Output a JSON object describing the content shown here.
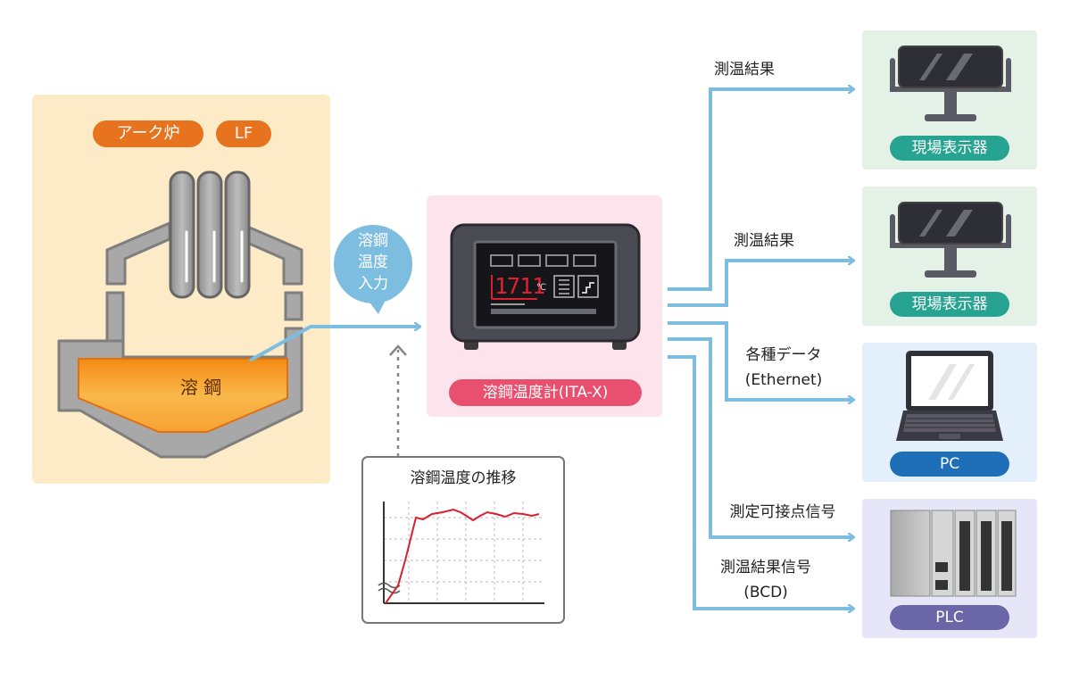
{
  "furnace": {
    "tags": [
      "アーク炉",
      "LF"
    ],
    "molten_steel": "溶 鋼"
  },
  "bubble": {
    "lines": [
      "溶鋼",
      "温度",
      "入力"
    ]
  },
  "device": {
    "display_value": "1711",
    "display_unit": "℃",
    "label": "溶鋼温度計(ITA-X)"
  },
  "trend": {
    "title": "溶鋼温度の推移"
  },
  "outputs": [
    {
      "label_lines": [
        "測温結果"
      ],
      "target": "現場表示器"
    },
    {
      "label_lines": [
        "測温結果"
      ],
      "target": "現場表示器"
    },
    {
      "label_lines": [
        "各種データ",
        "(Ethernet)"
      ],
      "target": "PC"
    },
    {
      "label_lines": [
        "測定可接点信号"
      ],
      "target": "PLC"
    },
    {
      "label_lines": [
        "測温結果信号",
        "(BCD)"
      ],
      "target": "PLC"
    }
  ],
  "colors": {
    "furnace_bg": "#fcebc6",
    "tag_orange": "#e8731e",
    "device_bg": "#fde3ec",
    "device_label": "#e9506f",
    "arrow_blue": "#7cbde0",
    "display_green_bg": "#e3f1e6",
    "display_green_label": "#27a391",
    "pc_bg": "#e3f0fb",
    "pc_label": "#1f6fb8",
    "plc_bg": "#e6e6f8",
    "plc_label": "#6a66a8",
    "trend_line": "#d82030"
  }
}
